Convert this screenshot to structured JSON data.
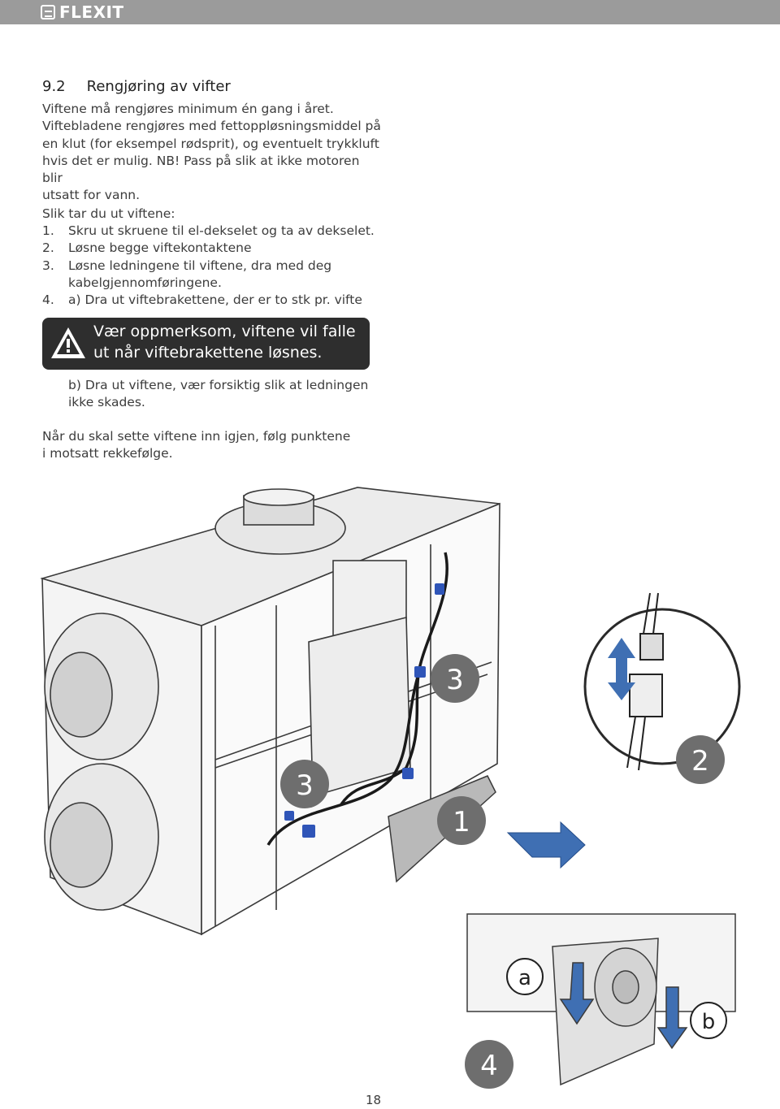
{
  "header": {
    "brand": "FLEXIT"
  },
  "section": {
    "number": "9.2",
    "title": "Rengjøring av vifter"
  },
  "intro": {
    "lines": [
      "Viftene må rengjøres minimum én gang i året.",
      "Viftebladene rengjøres med fettoppløsningsmiddel på",
      "en klut (for eksempel rødsprit), og eventuelt trykkluft",
      "hvis det er mulig. NB! Pass på slik at ikke motoren blir",
      "utsatt for vann."
    ]
  },
  "steps_title": "Slik tar du ut viftene:",
  "steps": [
    {
      "num": "1.",
      "text": "Skru ut skruene til el-dekselet og ta av dekselet."
    },
    {
      "num": "2.",
      "text": "Løsne begge viftekontaktene"
    },
    {
      "num": "3.",
      "text": "Løsne ledningene til viftene, dra med deg kabelgjennomføringene."
    },
    {
      "num": "4.",
      "text": "a) Dra ut viftebrakettene, der er to stk pr. vifte"
    }
  ],
  "warning": {
    "text": "Vær oppmerksom, viftene vil falle ut når viftebrakettene løsnes."
  },
  "step4b": "b) Dra ut viftene, vær forsiktig slik at ledningen ikke skades.",
  "outro": "Når du skal sette viftene inn igjen, følg punktene i motsatt rekkefølge.",
  "figure": {
    "badges": [
      "3",
      "2",
      "3",
      "1",
      "4"
    ],
    "letters": [
      "a",
      "b"
    ]
  },
  "page_number": "18",
  "colors": {
    "header_bar": "#9b9b9b",
    "warning_bg": "#2e2e2e",
    "badge_gray": "#6e6e6e",
    "arrow_blue": "#3f6fb3",
    "clip_blue": "#2f55b8"
  }
}
